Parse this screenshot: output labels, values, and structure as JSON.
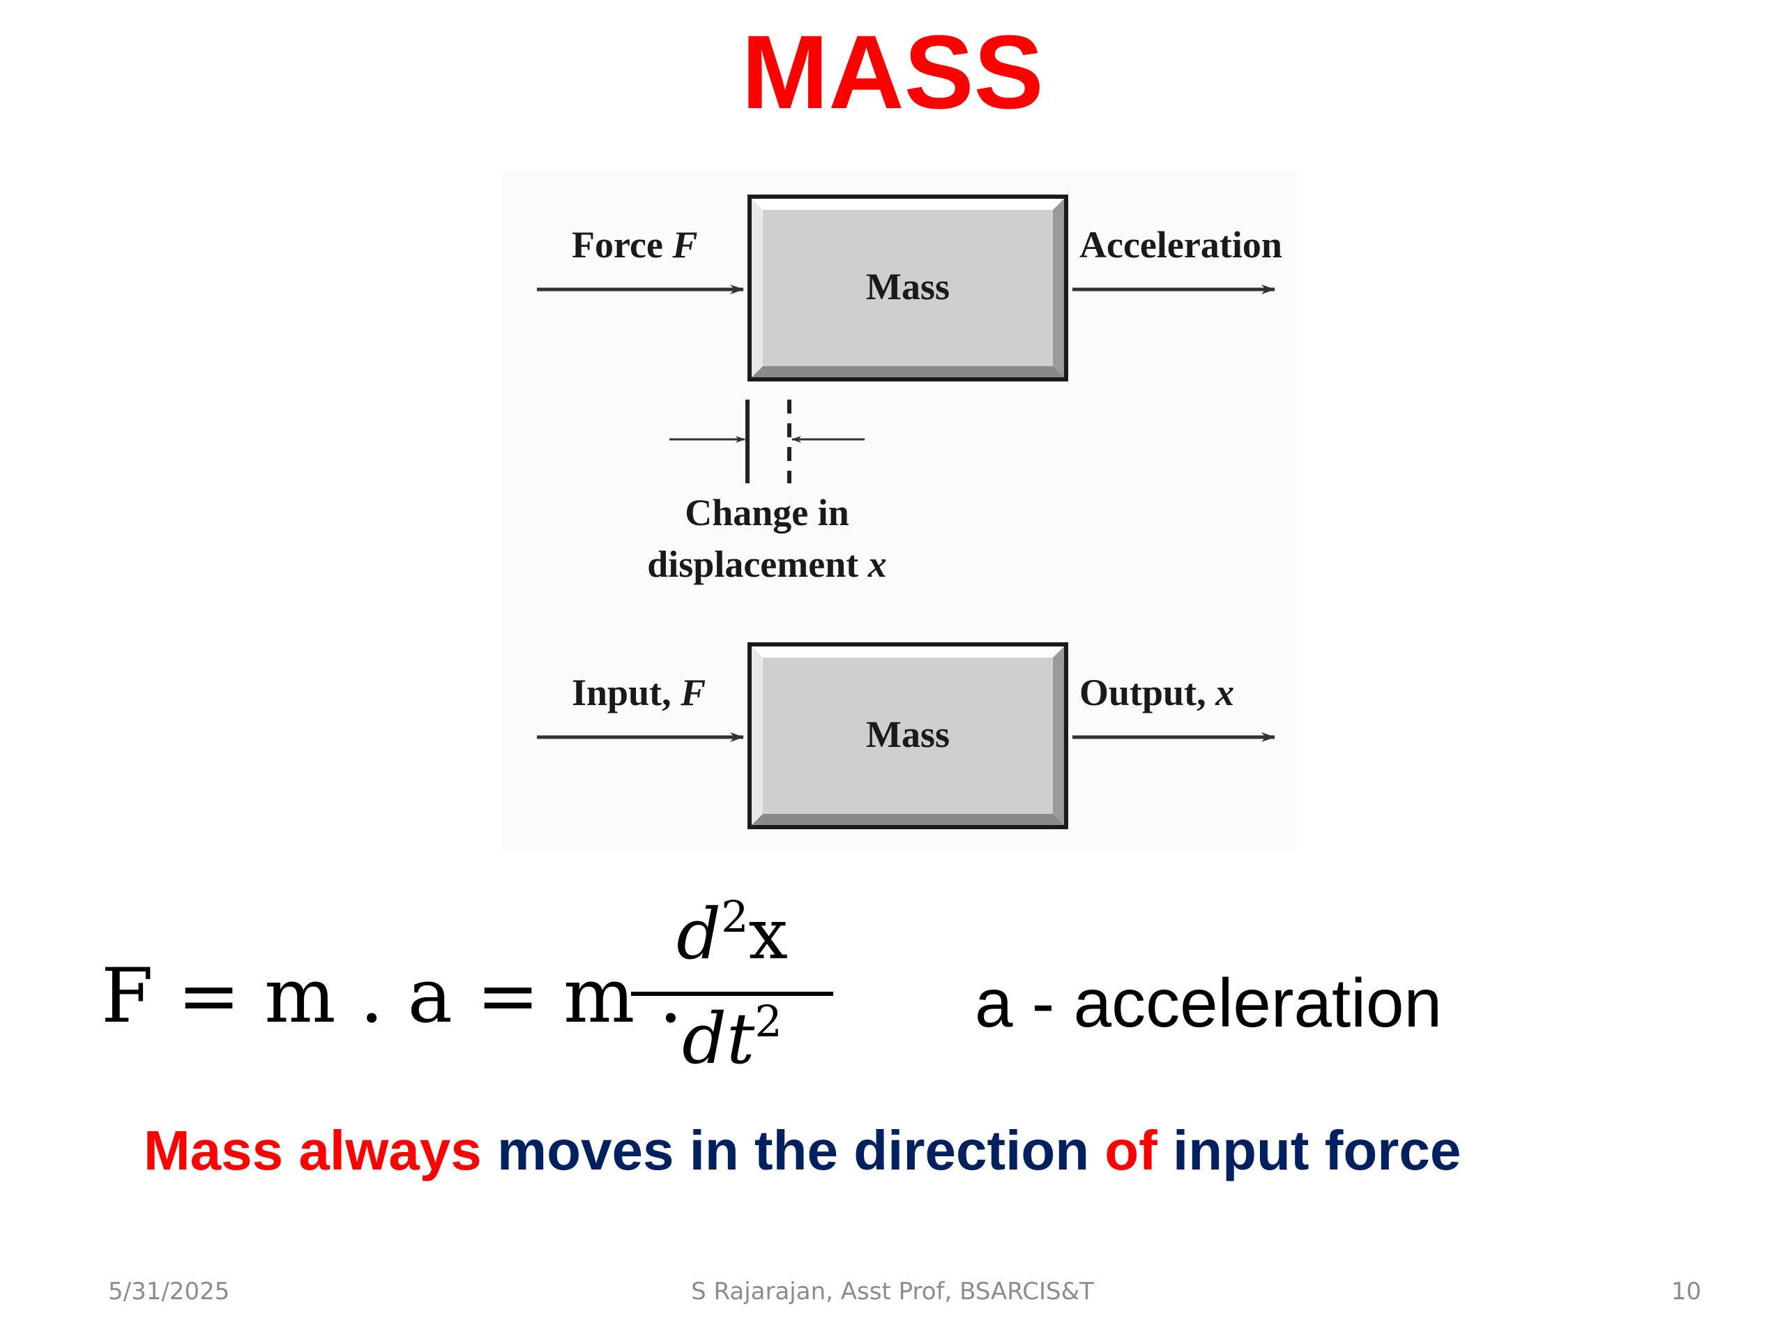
{
  "slide": {
    "title": "MASS"
  },
  "diagram": {
    "top_block": {
      "label": "Mass",
      "input_label_text": "Force ",
      "input_label_var": "F",
      "output_label": "Acceleration"
    },
    "displacement": {
      "line1": "Change in",
      "line2_text": "displacement ",
      "line2_var": "x"
    },
    "bottom_block": {
      "label": "Mass",
      "input_label_text": "Input, ",
      "input_label_var": "F",
      "output_label_text": "Output, ",
      "output_label_var": "x"
    }
  },
  "equation": {
    "lhs": "F = m . a = m .",
    "numerator_d": "d",
    "numerator_exp": "2",
    "numerator_x": "x",
    "denominator_dt": "dt",
    "denominator_exp": "2"
  },
  "legend": {
    "text": "a - acceleration"
  },
  "statement": {
    "part1": "Mass always",
    "part2": " moves in the direction ",
    "part3": "of",
    "part4": " input force",
    "colors": {
      "red": "#ff0000",
      "navy": "#002060"
    }
  },
  "footer": {
    "date": "5/31/2025",
    "author": "S Rajarajan, Asst Prof, BSARCIS&T",
    "page_number": "10"
  }
}
